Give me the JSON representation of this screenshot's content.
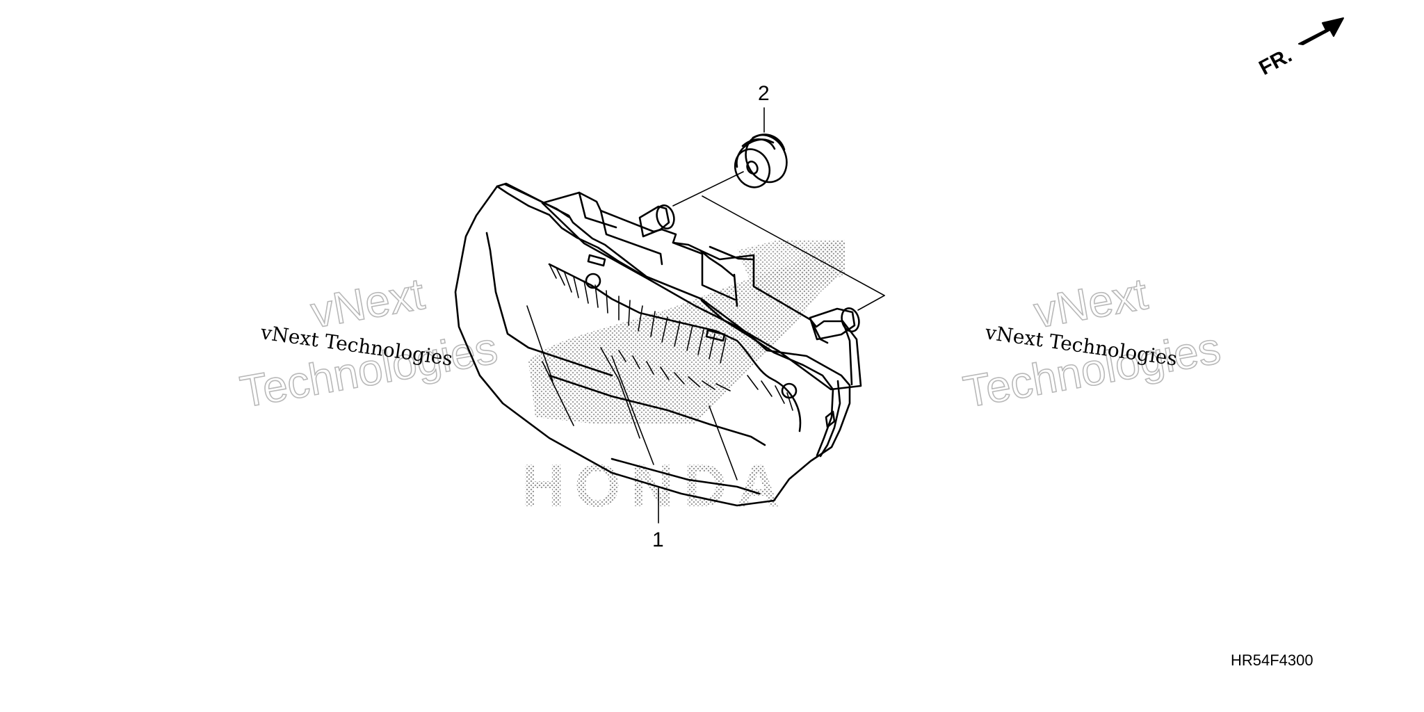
{
  "diagram": {
    "callouts": [
      {
        "id": "1",
        "label": "1"
      },
      {
        "id": "2",
        "label": "2"
      }
    ],
    "direction_indicator": {
      "label": "FR.",
      "icon": "arrow-right-icon"
    },
    "part_code": "HR54F4300",
    "watermarks": {
      "left_serif": "vNext Technologies",
      "left_outline_line1": "vNext",
      "left_outline_line2": "Technologies",
      "right_serif": "vNext Technologies",
      "right_outline_line1": "vNext",
      "right_outline_line2": "Technologies",
      "center_logo": "HONDA"
    },
    "colors": {
      "line": "#000000",
      "background": "#ffffff",
      "watermark_outline": "#b8b8b8",
      "dot_shade": "#9a9a9a"
    }
  }
}
